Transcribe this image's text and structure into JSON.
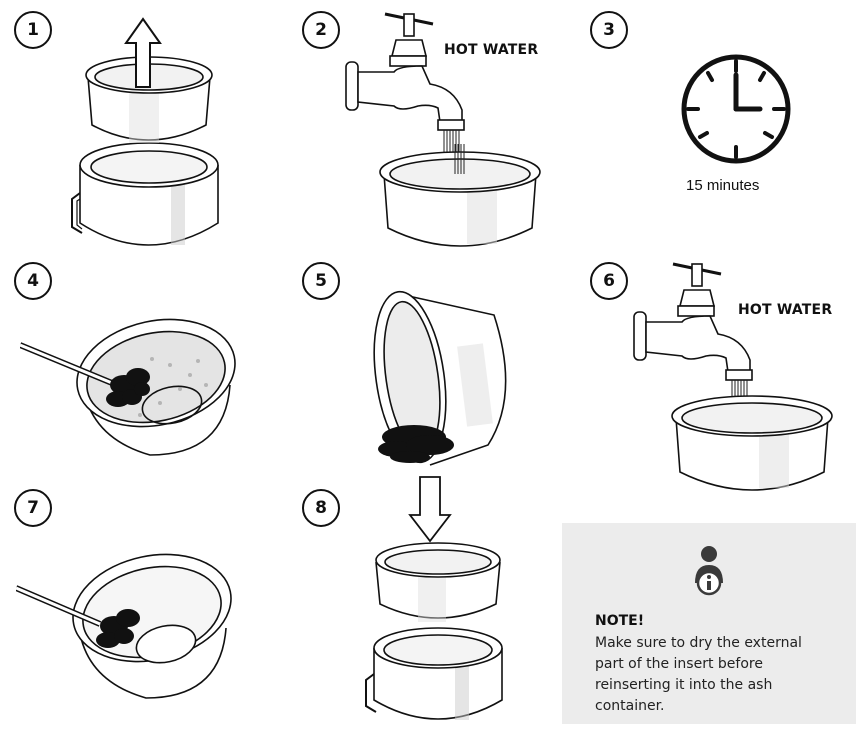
{
  "steps": [
    {
      "number": "1"
    },
    {
      "number": "2"
    },
    {
      "number": "3"
    },
    {
      "number": "4"
    },
    {
      "number": "5"
    },
    {
      "number": "6"
    },
    {
      "number": "7"
    },
    {
      "number": "8"
    }
  ],
  "labels": {
    "hot_water_2": "HOT WATER",
    "hot_water_6": "HOT WATER",
    "timer": "15 minutes"
  },
  "timer": {
    "hour_hand": 12,
    "minute_hand": 3
  },
  "note": {
    "title": "NOTE!",
    "text": "Make sure to dry the external part of the insert before reinserting it into the ash container.",
    "icon": "person-info-icon"
  },
  "icons": [
    "up-arrow-icon",
    "down-arrow-icon",
    "faucet-icon",
    "clock-icon",
    "brush-icon"
  ],
  "colors": {
    "line": "#111111",
    "shade": "#e6e6e6",
    "note_bg": "#ececec"
  }
}
